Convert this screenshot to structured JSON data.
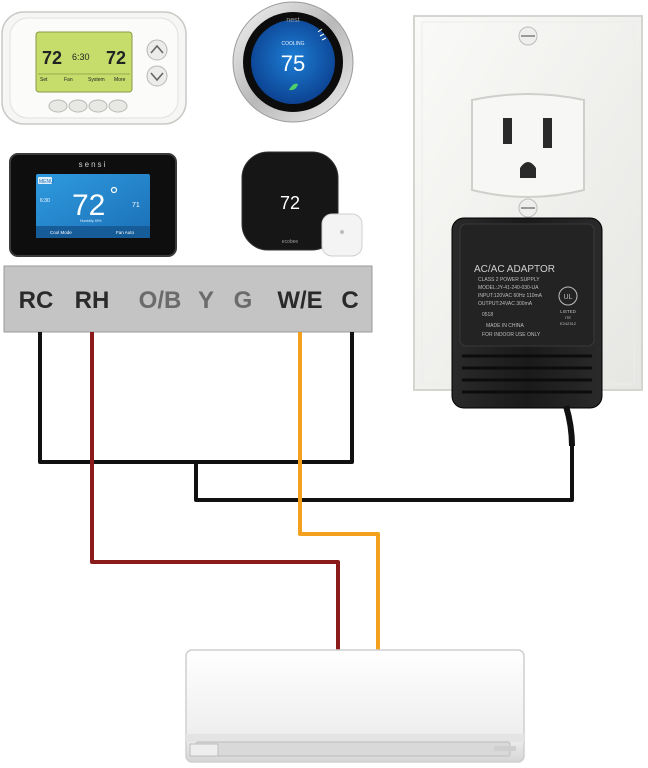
{
  "thermostats": {
    "honeywell": {
      "setpoint": "72",
      "time": "6:30",
      "room_temp": "72",
      "button_labels": [
        "Set",
        "Fan",
        "System",
        "More"
      ]
    },
    "nest": {
      "brand": "nest",
      "mode": "COOLING",
      "temperature": "75"
    },
    "sensi": {
      "brand": "sensi",
      "menu": "MENU",
      "time": "6:30",
      "temperature": "72",
      "setpoint": "71",
      "humidity": "Humidity 49%",
      "mode": "Cool Mode",
      "fan": "Fan Auto"
    },
    "ecobee": {
      "temperature": "72",
      "brand": "ecobee"
    }
  },
  "terminals": [
    "RC",
    "RH",
    "O/B",
    "Y",
    "G",
    "W/E",
    "C"
  ],
  "adapter": {
    "title": "AC/AC ADAPTOR",
    "lines": [
      "CLASS 2 POWER SUPPLY",
      "MODEL:JY-41-240-030-UA",
      "INPUT:120VAC 60Hz 110mA",
      "OUTPUT:24VAC 300mA",
      "0518",
      "MADE IN CHINA",
      "FOR INDOOR USE ONLY"
    ],
    "ul_mark": "UL",
    "listed": "LISTED",
    "listed_sub": "ITE",
    "file_no": "E242312"
  },
  "colors": {
    "terminal_bar": "#c4c4c4",
    "wire_black": "#111111",
    "wire_red": "#8b1a1a",
    "wire_orange": "#f2a01e",
    "adapter": "#1e1e1e",
    "outlet_plate": "#f3f3f1"
  }
}
